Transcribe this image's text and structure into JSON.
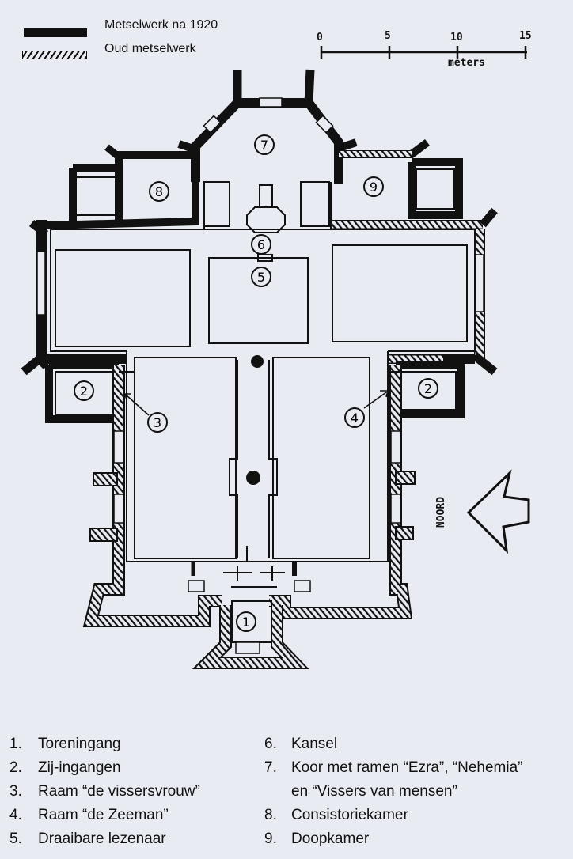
{
  "legend": {
    "new_masonry": "Metselwerk na 1920",
    "old_masonry": "Oud metselwerk"
  },
  "scale": {
    "ticks": [
      "0",
      "5",
      "10",
      "15"
    ],
    "unit": "meters"
  },
  "compass": {
    "label": "NOORD"
  },
  "room_markers": [
    "1",
    "2",
    "2",
    "3",
    "4",
    "5",
    "6",
    "7",
    "8",
    "9"
  ],
  "key_left": [
    {
      "num": "1.",
      "text": "Toreningang"
    },
    {
      "num": "2.",
      "text": "Zij-ingangen"
    },
    {
      "num": "3.",
      "text": "Raam “de vissersvrouw”"
    },
    {
      "num": "4.",
      "text": "Raam “de Zeeman”"
    },
    {
      "num": "5.",
      "text": "Draaibare lezenaar"
    }
  ],
  "key_right": [
    {
      "num": "6.",
      "text": "Kansel"
    },
    {
      "num": "7.",
      "text": "Koor met ramen “Ezra”, “Nehemia”"
    },
    {
      "num": "",
      "text": "en “Vissers van mensen”"
    },
    {
      "num": "8.",
      "text": "Consistoriekamer"
    },
    {
      "num": "9.",
      "text": "Doopkamer"
    }
  ],
  "colors": {
    "ink": "#111111",
    "paper": "#e9ebf2"
  }
}
